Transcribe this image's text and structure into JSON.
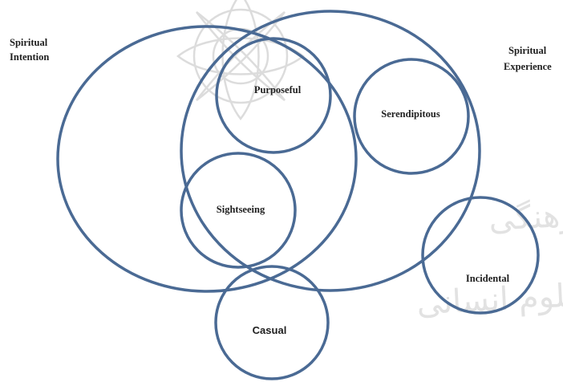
{
  "diagram": {
    "outer_labels": {
      "intention": [
        "Spiritual",
        "Intention"
      ],
      "experience": [
        "Spiritual",
        "Experience"
      ]
    },
    "circles": {
      "purposeful": "Purposeful",
      "serendipitous": "Serendipitous",
      "sightseeing": "Sightseeing",
      "incidental": "Incidental",
      "casual": "Casual"
    },
    "stroke_color": "#4a6a94"
  },
  "watermark": {
    "line1": "پژوهشگاه علوم انسانی و مطالعات فرهنگی",
    "line2": "پرتال جامع علوم انسانی"
  }
}
